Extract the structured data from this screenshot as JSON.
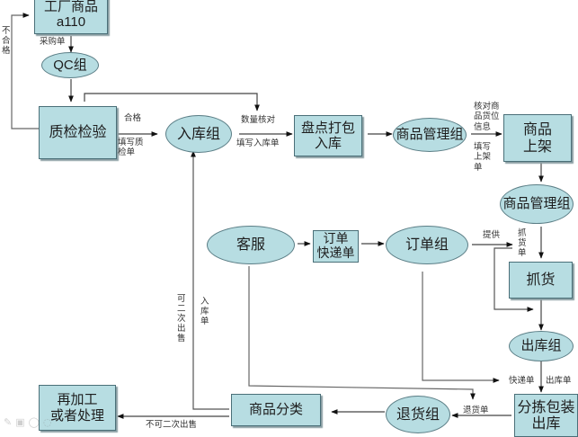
{
  "title": "仓储物流流程图",
  "colors": {
    "node_fill": "#b7dde2",
    "node_border": "#4a6f78",
    "line": "#555555",
    "arrow": "#111111"
  },
  "nodes": {
    "factory_goods": {
      "line1": "工厂商品",
      "line2": "a110",
      "shape": "rectangle"
    },
    "qc_group": {
      "label": "QC组",
      "shape": "ellipse"
    },
    "quality_inspection": {
      "label": "质检检验",
      "shape": "rectangle"
    },
    "inbound_group": {
      "label": "入库组",
      "shape": "ellipse"
    },
    "count_pack_inbound": {
      "line1": "盘点打包",
      "line2": "入库",
      "shape": "rectangle"
    },
    "goods_mgmt_group_1": {
      "label": "商品管理组",
      "shape": "ellipse"
    },
    "goods_shelving": {
      "line1": "商品",
      "line2": "上架",
      "shape": "rectangle"
    },
    "goods_mgmt_group_2": {
      "label": "商品管理组",
      "shape": "ellipse"
    },
    "customer_service": {
      "label": "客服",
      "shape": "ellipse"
    },
    "order_express": {
      "line1": "订单",
      "line2": "快递单",
      "shape": "rectangle"
    },
    "order_group": {
      "label": "订单组",
      "shape": "ellipse"
    },
    "picking": {
      "label": "抓货",
      "shape": "rectangle"
    },
    "outbound_group": {
      "label": "出库组",
      "shape": "ellipse"
    },
    "sort_pack_outbound": {
      "line1": "分拣包装",
      "line2": "出库",
      "shape": "rectangle"
    },
    "return_group": {
      "label": "退货组",
      "shape": "ellipse"
    },
    "goods_classification": {
      "label": "商品分类",
      "shape": "rectangle"
    },
    "reprocess": {
      "line1": "再加工",
      "line2": "或者处理",
      "shape": "rectangle"
    }
  },
  "edge_labels": {
    "purchase_order": "采购单",
    "unqualified": "不合格",
    "qualified": "合格",
    "fill_qc_form": "填写质检单",
    "quantity_check": "数量核对",
    "fill_inbound_form": "填写入库单",
    "check_location": "核对商品货位信息",
    "fill_shelving_form": "填写上架单",
    "provide": "提供",
    "picking_list": "抓货单",
    "express_slip": "快递单",
    "outbound_slip": "出库单",
    "return_slip": "退货单",
    "inbound_slip_vertical": "入库单",
    "resellable": "可二次出售",
    "not_resellable": "不可二次出售"
  },
  "toolbar": {
    "icons": [
      "pen-icon",
      "slide-icon",
      "chat-icon",
      "more-icon"
    ]
  }
}
